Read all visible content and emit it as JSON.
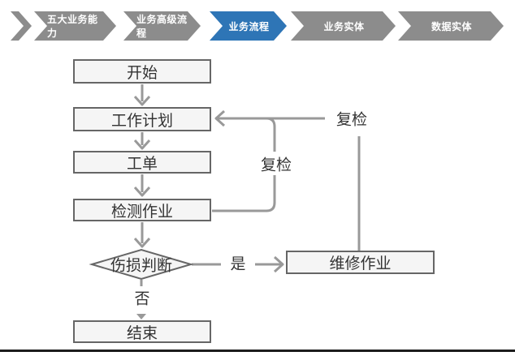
{
  "nav": {
    "items": [
      {
        "label": "五大业务能力",
        "active": false
      },
      {
        "label": "业务高级流程",
        "active": false
      },
      {
        "label": "业务流程",
        "active": true
      },
      {
        "label": "业务实体",
        "active": false
      },
      {
        "label": "数据实体",
        "active": false
      }
    ],
    "active_color": "#2e75b6",
    "inactive_color": "#8c8c8c",
    "text_color": "#ffffff"
  },
  "flowchart": {
    "nodes": [
      {
        "id": "start",
        "label": "开始",
        "type": "process"
      },
      {
        "id": "work-plan",
        "label": "工作计划",
        "type": "process"
      },
      {
        "id": "work-order",
        "label": "工单",
        "type": "process"
      },
      {
        "id": "inspection",
        "label": "检测作业",
        "type": "process"
      },
      {
        "id": "damage-decision",
        "label": "伤损判断",
        "type": "decision"
      },
      {
        "id": "repair",
        "label": "维修作业",
        "type": "process"
      },
      {
        "id": "end",
        "label": "结束",
        "type": "process"
      }
    ],
    "edge_labels": {
      "yes": "是",
      "no": "否",
      "recheck_loop": "复检",
      "recheck_repair": "复检"
    },
    "node_fill": "#f5f5f5",
    "node_border": "#666666",
    "connector_color": "#999999",
    "label_color": "#333333"
  }
}
